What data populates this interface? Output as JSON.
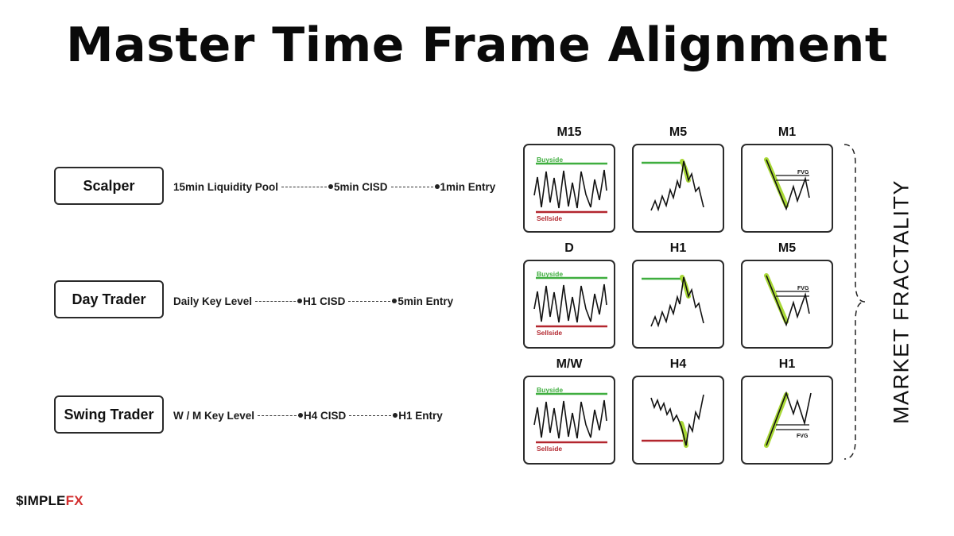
{
  "title": "Master Time Frame Alignment",
  "rows": [
    {
      "trader": "Scalper",
      "steps": [
        "15min Liquidity Pool",
        "5min CISD",
        "1min Entry"
      ],
      "panels": [
        {
          "timeframe": "M15",
          "type": "range",
          "top_label": "Buyside",
          "bottom_label": "Sellside"
        },
        {
          "timeframe": "M5",
          "type": "sweep-high"
        },
        {
          "timeframe": "M1",
          "type": "fvg-drop",
          "fvg_label": "FVG"
        }
      ]
    },
    {
      "trader": "Day Trader",
      "steps": [
        "Daily  Key Level",
        "H1 CISD",
        "5min Entry"
      ],
      "panels": [
        {
          "timeframe": "D",
          "type": "range",
          "top_label": "Buyside",
          "bottom_label": "Sellside"
        },
        {
          "timeframe": "H1",
          "type": "sweep-high"
        },
        {
          "timeframe": "M5",
          "type": "fvg-drop",
          "fvg_label": "FVG"
        }
      ]
    },
    {
      "trader": "Swing Trader",
      "steps": [
        "W / M Key Level",
        "H4 CISD",
        "H1 Entry"
      ],
      "panels": [
        {
          "timeframe": "M/W",
          "type": "range",
          "top_label": "Buyside",
          "bottom_label": "Sellside"
        },
        {
          "timeframe": "H4",
          "type": "sweep-low"
        },
        {
          "timeframe": "H1",
          "type": "fvg-rise",
          "fvg_label": "FVG"
        }
      ]
    }
  ],
  "side_label": "MARKET FRACTALITY",
  "brand": {
    "part1": "$IMPLE",
    "part2": "FX"
  },
  "colors": {
    "buyside": "#3fae3f",
    "sellside": "#b3262e",
    "highlight": "#a8d835",
    "price": "#111111",
    "brand_accent": "#d32f2f"
  }
}
